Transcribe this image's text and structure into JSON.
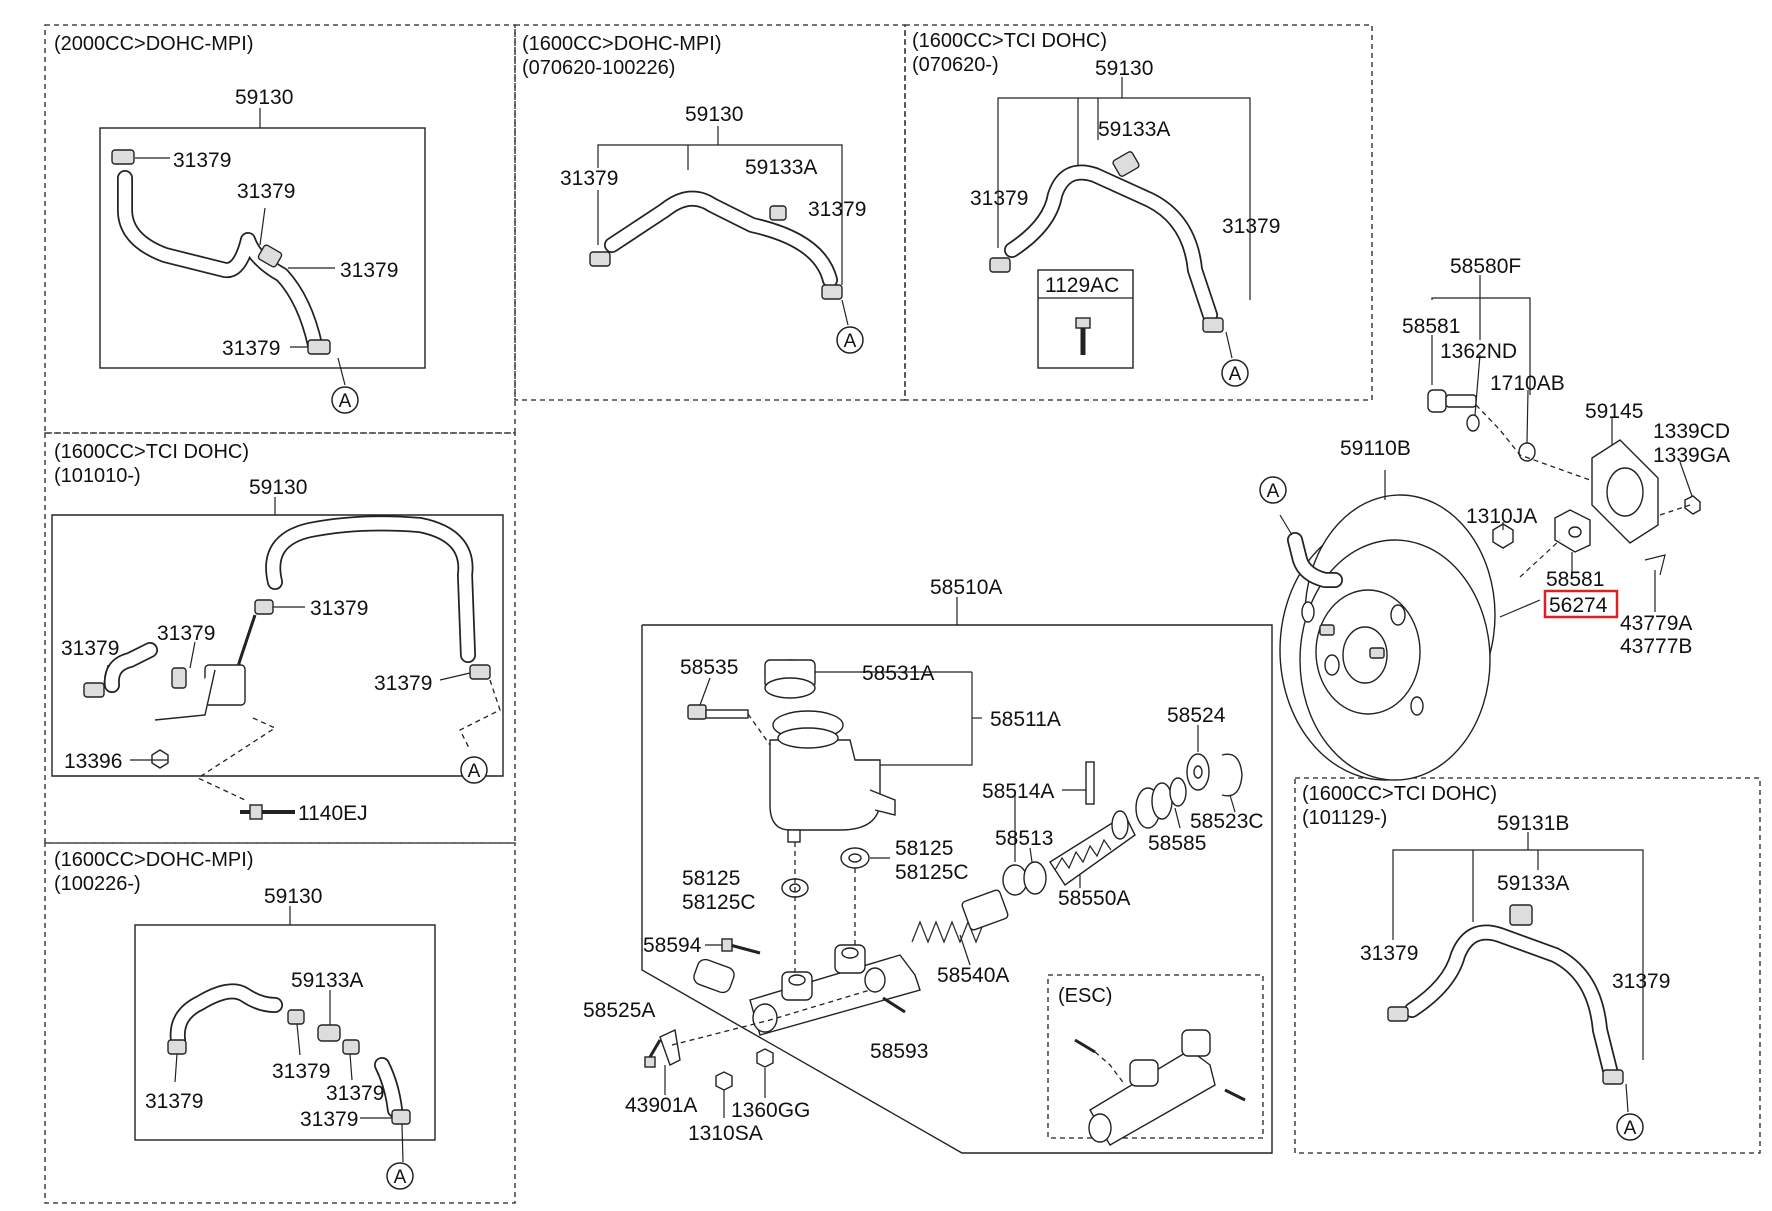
{
  "sections": {
    "s1": {
      "line1": "(2000CC>DOHC-MPI)"
    },
    "s2": {
      "line1": "(1600CC>DOHC-MPI)",
      "line2": "(070620-100226)"
    },
    "s3": {
      "line1": "(1600CC>TCI DOHC)",
      "line2": "(070620-)"
    },
    "s4": {
      "line1": "(1600CC>TCI DOHC)",
      "line2": "(101010-)"
    },
    "s5": {
      "line1": "(1600CC>DOHC-MPI)",
      "line2": "(100226-)"
    },
    "s6": {
      "line1": "(1600CC>TCI DOHC)",
      "line2": "(101129-)"
    },
    "esc": {
      "label": "(ESC)"
    }
  },
  "connector_marker": "A",
  "labels": {
    "s1_59130": "59130",
    "s1_31379a": "31379",
    "s1_31379b": "31379",
    "s1_31379c": "31379",
    "s1_31379d": "31379",
    "s2_59130": "59130",
    "s2_31379a": "31379",
    "s2_59133a": "59133A",
    "s2_31379b": "31379",
    "s3_59130": "59130",
    "s3_59133a": "59133A",
    "s3_31379a": "31379",
    "s3_31379b": "31379",
    "s3_1129ac": "1129AC",
    "s4_59130": "59130",
    "s4_31379a": "31379",
    "s4_31379b": "31379",
    "s4_31379c": "31379",
    "s4_31379d": "31379",
    "s4_13396": "13396",
    "s4_1140ej": "1140EJ",
    "s5_59130": "59130",
    "s5_59133a": "59133A",
    "s5_31379a": "31379",
    "s5_31379b": "31379",
    "s5_31379c": "31379",
    "s5_31379d": "31379",
    "s6_59131b": "59131B",
    "s6_59133a": "59133A",
    "s6_31379a": "31379",
    "s6_31379b": "31379",
    "b_58580f": "58580F",
    "b_58581a": "58581",
    "b_1362nd": "1362ND",
    "b_1710ab": "1710AB",
    "b_59145": "59145",
    "b_1339cd": "1339CD",
    "b_1339ga": "1339GA",
    "b_59110b": "59110B",
    "b_1310ja": "1310JA",
    "b_58581b": "58581",
    "b_56274": "56274",
    "b_43779a": "43779A",
    "b_43777b": "43777B",
    "m_58510a": "58510A",
    "m_58535": "58535",
    "m_58531a": "58531A",
    "m_58511a": "58511A",
    "m_58524": "58524",
    "m_58514a": "58514A",
    "m_58523c": "58523C",
    "m_58513": "58513",
    "m_58585": "58585",
    "m_58550a": "58550A",
    "m_58125a": "58125",
    "m_58125c_a": "58125C",
    "m_58125b": "58125",
    "m_58125c_b": "58125C",
    "m_58594": "58594",
    "m_58540a": "58540A",
    "m_58525a": "58525A",
    "m_58593": "58593",
    "m_43901a": "43901A",
    "m_1360gg": "1360GG",
    "m_1310sa": "1310SA"
  },
  "highlight_color": "#e02020"
}
